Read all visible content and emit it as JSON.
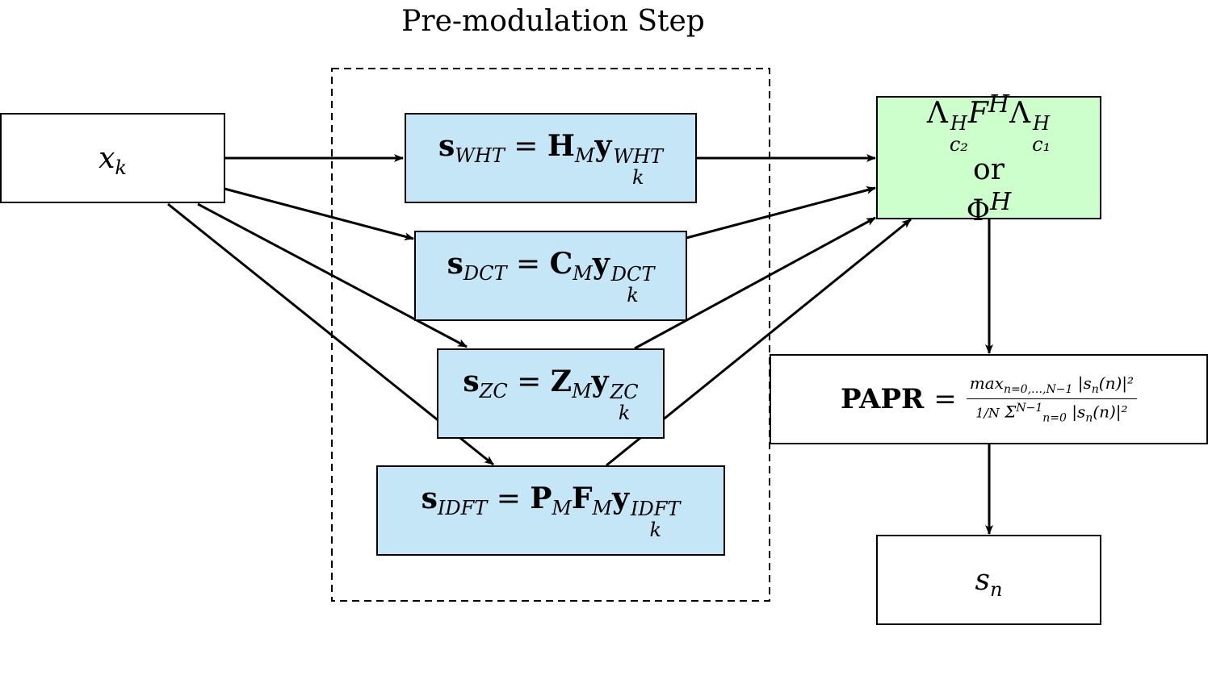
{
  "title": "Pre-modulation Step",
  "input_label": "x_k",
  "output_label": "s_n",
  "transforms": [
    {
      "id": "wht",
      "label": "s_WHT = H_M y_k^WHT"
    },
    {
      "id": "dct",
      "label": "s_DCT = C_M y_k^DCT"
    },
    {
      "id": "zc",
      "label": "s_ZC = Z_M y_k^ZC"
    },
    {
      "id": "idft",
      "label": "s_IDFT = P_M F_M y_k^IDFT"
    }
  ],
  "modulation": {
    "line1": "Λ_c2^H F^H Λ_c1^H",
    "line2": "or",
    "line3": "Φ^H"
  },
  "papr": {
    "lhs": "PAPR",
    "eq": "=",
    "numerator": "max_{n=0,…,N−1} |s_n(n)|²",
    "denominator": "1/N Σ_{n=0}^{N−1} |s_n(n)|²"
  },
  "colors": {
    "transform_fill": "#c5e6f7",
    "modulation_fill": "#ccffcc",
    "stroke": "#000000"
  }
}
